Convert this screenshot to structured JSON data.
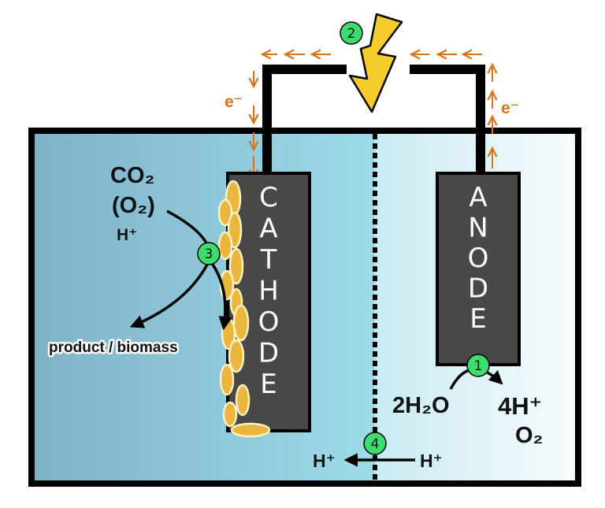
{
  "electrodes": {
    "cathode_label": "CATHODE",
    "anode_label": "ANODE"
  },
  "electron_label": "e⁻",
  "cathode_inputs": {
    "line1": "CO₂",
    "line2": "(O₂)",
    "line3": "H⁺"
  },
  "cathode_output": "product / biomass",
  "anode_reaction": {
    "reactant": "2H₂O",
    "product1": "4H⁺",
    "product2": "O₂"
  },
  "proton_transport": {
    "left": "H⁺",
    "right": "H⁺"
  },
  "step_markers": [
    "1",
    "2",
    "3",
    "4"
  ],
  "colors": {
    "cathode_chamber_dark": "#7fb2c7",
    "cathode_chamber_light": "#9ddbe8",
    "anode_chamber_light": "#f8fcfd",
    "electrode": "#4a4846",
    "electron_arrow": "#d9731c",
    "lightning": "#f6cc2b",
    "biofilm": "#eab63e",
    "marker": "#3ddc6e"
  },
  "icons": [
    "lightning-bolt-icon",
    "electron-flow-arrow-icon",
    "biofilm-cell-icon"
  ]
}
